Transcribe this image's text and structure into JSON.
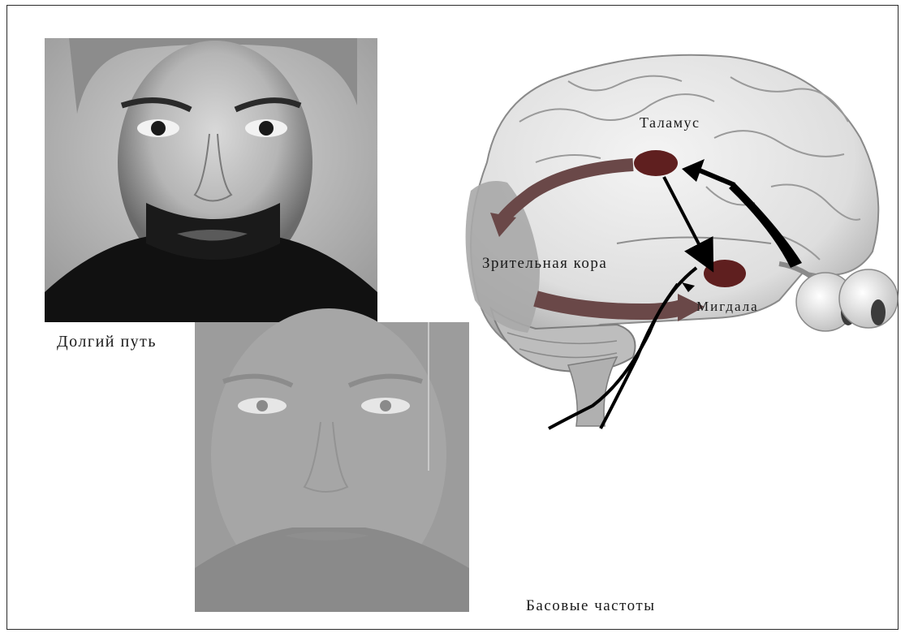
{
  "labels": {
    "long_path": "Долгий путь",
    "bass_frequencies": "Басовые частоты",
    "thalamus": "Таламус",
    "visual_cortex": "Зрительная кора",
    "amygdala": "Мигдала"
  },
  "images": {
    "sharp_face": "grayscale high-contrast face portrait",
    "blurred_face": "low-contrast washed-out face portrait",
    "brain": "brain side view with eyes"
  },
  "colors": {
    "nucleus": "#5f1f1f",
    "pathway_arrow": "#6a4848",
    "cortex_shading": "#a8a8a8",
    "direct_arrow": "#000000"
  }
}
